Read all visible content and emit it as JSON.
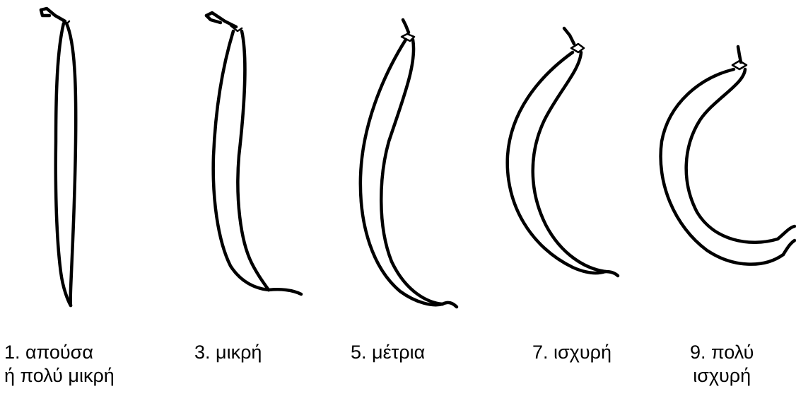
{
  "figure": {
    "items": [
      {
        "id": "1",
        "lines": [
          "1. απούσα",
          "ή πολύ μικρή"
        ]
      },
      {
        "id": "3",
        "lines": [
          "3. μικρή"
        ]
      },
      {
        "id": "5",
        "lines": [
          "5. μέτρια"
        ]
      },
      {
        "id": "7",
        "lines": [
          "7. ισχυρή"
        ]
      },
      {
        "id": "9",
        "lines": [
          "9. πολύ",
          "ισχυρή"
        ]
      }
    ],
    "stroke_color": "#000000",
    "background_color": "#ffffff"
  }
}
